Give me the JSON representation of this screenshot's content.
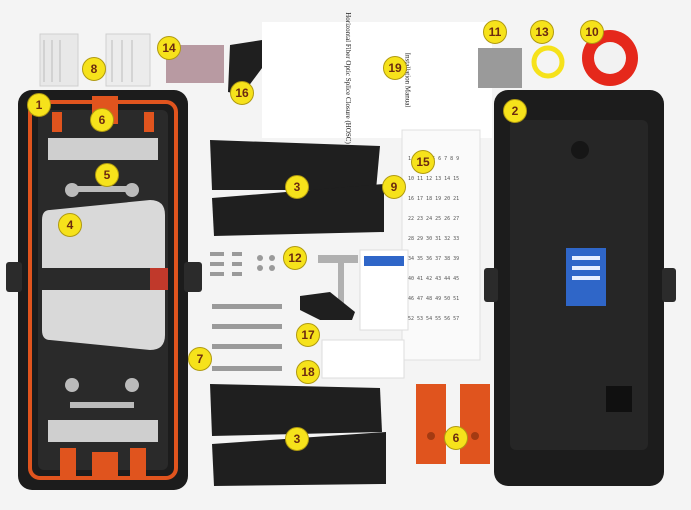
{
  "image": {
    "description_labels": [
      {
        "id": "l1",
        "text": "1"
      },
      {
        "id": "l2",
        "text": "2"
      },
      {
        "id": "l3a",
        "text": "3"
      },
      {
        "id": "l3b",
        "text": "3"
      },
      {
        "id": "l4",
        "text": "4"
      },
      {
        "id": "l5",
        "text": "5"
      },
      {
        "id": "l6a",
        "text": "6"
      },
      {
        "id": "l6b",
        "text": "6"
      },
      {
        "id": "l7",
        "text": "7"
      },
      {
        "id": "l8",
        "text": "8"
      },
      {
        "id": "l9",
        "text": "9"
      },
      {
        "id": "l10",
        "text": "10"
      },
      {
        "id": "l11",
        "text": "11"
      },
      {
        "id": "l12",
        "text": "12"
      },
      {
        "id": "l13",
        "text": "13"
      },
      {
        "id": "l14",
        "text": "14"
      },
      {
        "id": "l15",
        "text": "15"
      },
      {
        "id": "l16",
        "text": "16"
      },
      {
        "id": "l17",
        "text": "17"
      },
      {
        "id": "l18",
        "text": "18"
      },
      {
        "id": "l19",
        "text": "19"
      }
    ],
    "manual_title": "Installation Manual",
    "manual_subtitle": "Horizontal Fiber Optic Splice Closure (HOSC)",
    "colors": {
      "label_fill": "#f6e21b",
      "closure_black": "#1c1c1c",
      "orange": "#e0541e",
      "tray_gray": "#d9d9d9",
      "badge_blue": "#2f66c8"
    }
  }
}
